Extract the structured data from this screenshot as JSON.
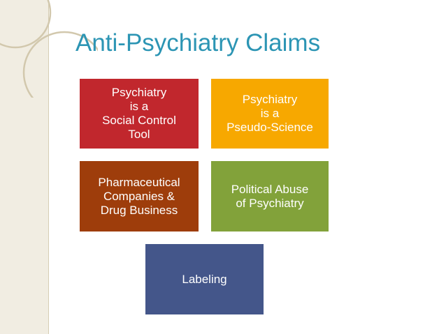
{
  "slide": {
    "title": "Anti-Psychiatry Claims",
    "items": [
      {
        "label": "Psychiatry\nis a\nSocial Control\nTool",
        "color": "#c1272d"
      },
      {
        "label": "Psychiatry\nis a\nPseudo-Science",
        "color": "#f7a800"
      },
      {
        "label": "Pharmaceutical\nCompanies &\nDrug Business",
        "color": "#9e3d0b"
      },
      {
        "label": "Political Abuse\nof Psychiatry",
        "color": "#82a23a"
      },
      {
        "label": "Labeling",
        "color": "#44568a"
      }
    ]
  },
  "theme": {
    "title_color": "#2c95b4",
    "strip_color": "#f1ede2"
  }
}
